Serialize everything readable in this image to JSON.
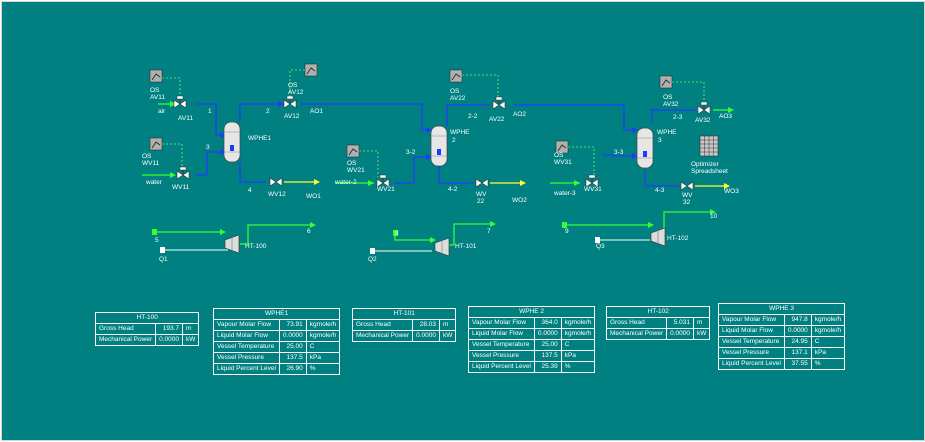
{
  "colors": {
    "background": "#008080",
    "material_stream": "#1e3cff",
    "feed_stream": "#33ff33",
    "product_stream": "#ffff33",
    "energy_stream": "#ff3333",
    "text": "#ffffff"
  },
  "icons": {
    "valve": "valve-icon",
    "vessel": "vessel-icon",
    "turbine": "turbine-icon",
    "controller": "controller-icon",
    "spreadsheet": "spreadsheet-icon"
  },
  "labels": {
    "os_av11": [
      "OS",
      "AV11"
    ],
    "air": "air",
    "av11": "AV11",
    "s1": "1",
    "s2": "2",
    "os_av12": [
      "OS",
      "AV12"
    ],
    "av12": "AV12",
    "ao1": "AO1",
    "wphe1": "WPHE1",
    "s3": "3",
    "os_wv11": [
      "OS",
      "WV11"
    ],
    "water": "water",
    "wv11": "WV11",
    "s4": "4",
    "wv12": "WV12",
    "wo1": "WO1",
    "os_wv21": [
      "OS",
      "WV21"
    ],
    "water2": "water-2",
    "wv21": "WV21",
    "s3_2": "3-2",
    "wphe2": [
      "WPHE",
      "2"
    ],
    "os_av22": [
      "OS",
      "AV22"
    ],
    "s2_2": "2-2",
    "av22": "AV22",
    "ao2": "AO2",
    "s4_2": "4-2",
    "wv22": [
      "WV",
      "22"
    ],
    "wo2": "WO2",
    "os_wv31": [
      "OS",
      "WV31"
    ],
    "water3": "water-3",
    "wv31": "WV31",
    "s3_3": "3-3",
    "wphe3": [
      "WPHE",
      "3"
    ],
    "os_av32": [
      "OS",
      "AV32"
    ],
    "s2_3": "2-3",
    "av32": "AV32",
    "ao3": "AO3",
    "optimizer": [
      "Optimizer",
      "Spreadsheet"
    ],
    "s4_3": "4-3",
    "wv32": [
      "WV",
      "32"
    ],
    "wo3": "WO3",
    "s5": "5",
    "s6": "6",
    "q1": "Q1",
    "ht100": "HT-100",
    "s8": "8",
    "s7": "7",
    "q2": "Q2",
    "ht101": "HT-101",
    "s9": "9",
    "s10": "10",
    "q3": "Q3",
    "ht102": "HT-102"
  },
  "tables": {
    "ht100": {
      "title": "HT-100",
      "rows": [
        {
          "label": "Gross Head",
          "value": "193.7",
          "unit": "m"
        },
        {
          "label": "Mechanical Power",
          "value": "0.0000",
          "unit": "kW"
        }
      ]
    },
    "wphe1": {
      "title": "WPHE1",
      "rows": [
        {
          "label": "Vapour Molar Flow",
          "value": "73.91",
          "unit": "kgmole/h"
        },
        {
          "label": "Liquid Molar Flow",
          "value": "0.0000",
          "unit": "kgmole/h"
        },
        {
          "label": "Vessel Temperature",
          "value": "25.00",
          "unit": "C"
        },
        {
          "label": "Vessel Pressure",
          "value": "137.5",
          "unit": "kPa"
        },
        {
          "label": "Liquid Percent Level",
          "value": "26.90",
          "unit": "%"
        }
      ]
    },
    "ht101": {
      "title": "HT-101",
      "rows": [
        {
          "label": "Gross Head",
          "value": "28.03",
          "unit": "m"
        },
        {
          "label": "Mechanical Power",
          "value": "0.0000",
          "unit": "kW"
        }
      ]
    },
    "wphe2": {
      "title": "WPHE 2",
      "rows": [
        {
          "label": "Vapour Molar Flow",
          "value": "364.0",
          "unit": "kgmole/h"
        },
        {
          "label": "Liquid Molar Flow",
          "value": "0.0000",
          "unit": "kgmole/h"
        },
        {
          "label": "Vessel Temperature",
          "value": "25.00",
          "unit": "C"
        },
        {
          "label": "Vessel Pressure",
          "value": "137.5",
          "unit": "kPa"
        },
        {
          "label": "Liquid Percent Level",
          "value": "25.39",
          "unit": "%"
        }
      ]
    },
    "ht102": {
      "title": "HT-102",
      "rows": [
        {
          "label": "Gross Head",
          "value": "5.031",
          "unit": "m"
        },
        {
          "label": "Mechanical Power",
          "value": "0.0000",
          "unit": "kW"
        }
      ]
    },
    "wphe3": {
      "title": "WPHE 3",
      "rows": [
        {
          "label": "Vapour Molar Flow",
          "value": "947.8",
          "unit": "kgmole/h"
        },
        {
          "label": "Liquid Molar Flow",
          "value": "0.0000",
          "unit": "kgmole/h"
        },
        {
          "label": "Vessel Temperature",
          "value": "24.95",
          "unit": "C"
        },
        {
          "label": "Vessel Pressure",
          "value": "137.1",
          "unit": "kPa"
        },
        {
          "label": "Liquid Percent Level",
          "value": "37.55",
          "unit": "%"
        }
      ]
    }
  }
}
